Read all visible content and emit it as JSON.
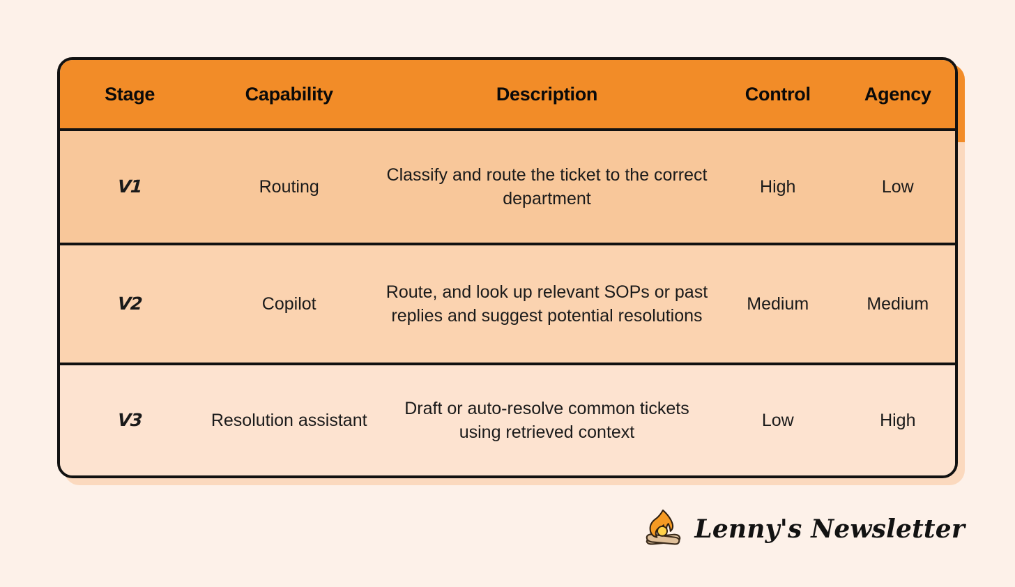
{
  "page": {
    "background_color": "#FDF1E9"
  },
  "table": {
    "border_color": "#111111",
    "header_color": "#F28C28",
    "row_colors": [
      "#F8C79A",
      "#FBD3B0",
      "#FDE3D0"
    ],
    "columns": [
      {
        "key": "stage",
        "label": "Stage"
      },
      {
        "key": "capability",
        "label": "Capability"
      },
      {
        "key": "description",
        "label": "Description"
      },
      {
        "key": "control",
        "label": "Control"
      },
      {
        "key": "agency",
        "label": "Agency"
      }
    ],
    "rows": [
      {
        "stage": "V1",
        "capability": "Routing",
        "description": "Classify and route the ticket to the correct department",
        "control": "High",
        "agency": "Low"
      },
      {
        "stage": "V2",
        "capability": "Copilot",
        "description": "Route, and look up relevant SOPs or past replies and suggest potential resolutions",
        "control": "Medium",
        "agency": "Medium"
      },
      {
        "stage": "V3",
        "capability": "Resolution assistant",
        "description": "Draft or auto-resolve common tickets using retrieved context",
        "control": "Low",
        "agency": "High"
      }
    ]
  },
  "branding": {
    "name": "Lenny's Newsletter",
    "logo_icon": "campfire-icon",
    "flame_color": "#F59A23",
    "flame_inner_color": "#FFD24A",
    "log_color": "#E0C09A"
  }
}
